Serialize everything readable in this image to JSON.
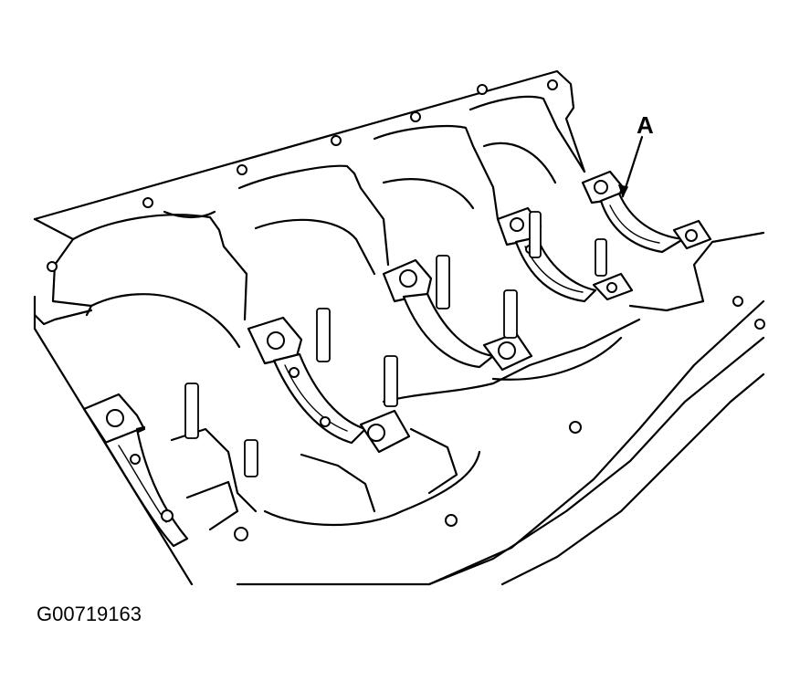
{
  "figure": {
    "callout_label": "A",
    "figure_code": "G00719163",
    "subject": "engine-block-main-bearing-saddles"
  }
}
